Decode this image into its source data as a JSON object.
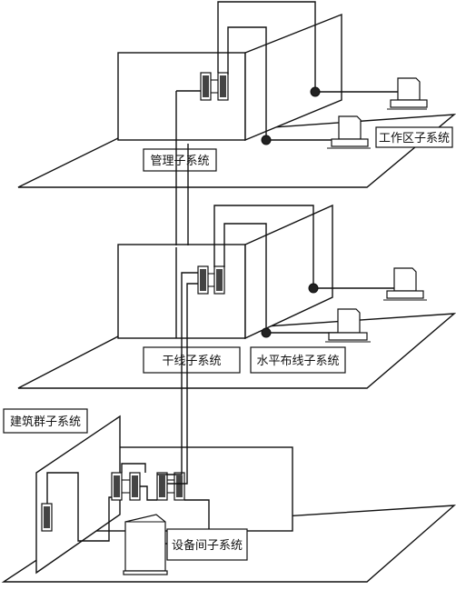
{
  "labels": {
    "management": "管理子系统",
    "work_area": "工作区子系统",
    "backbone": "干线子系统",
    "horizontal": "水平布线子系统",
    "campus": "建筑群子系统",
    "equipment_room": "设备间子系统"
  },
  "floors": [
    {
      "id": "floor-3",
      "has_workstations": true
    },
    {
      "id": "floor-2",
      "has_workstations": true
    },
    {
      "id": "floor-1",
      "has_workstations": false
    }
  ]
}
